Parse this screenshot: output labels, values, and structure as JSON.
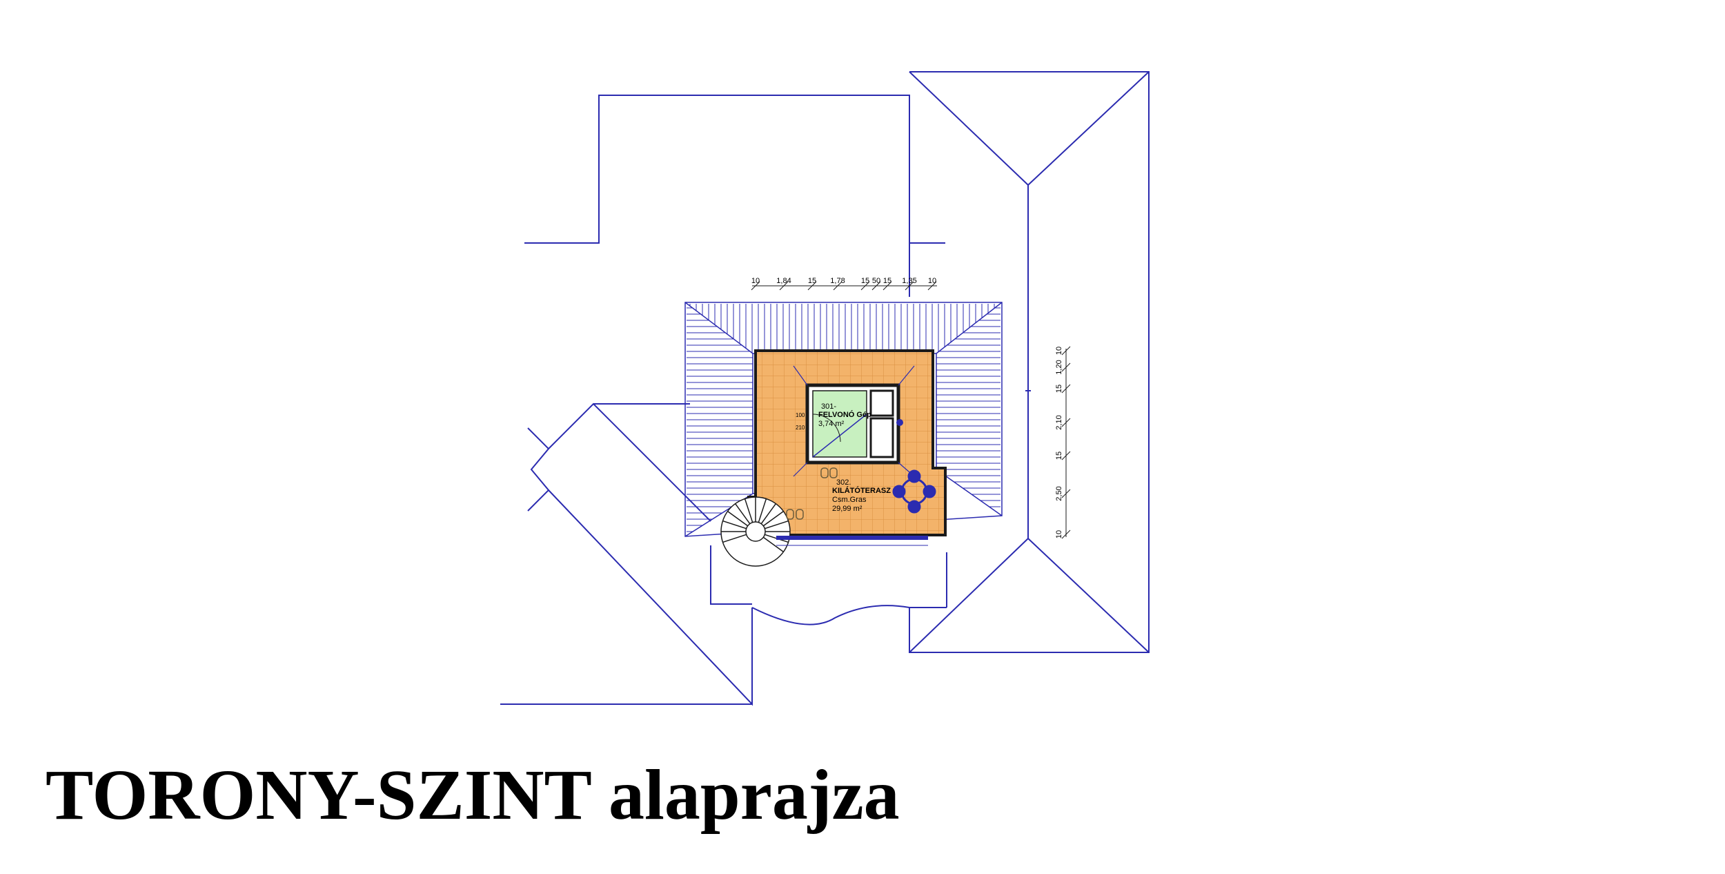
{
  "caption": "TORONY-SZINT alaprajza",
  "colors": {
    "outline": "#2b2bb0",
    "terrace_fill": "#f3b36a",
    "room_fill": "#c8f0c0",
    "wall": "#1a1a1a",
    "caption": "#000000"
  },
  "top_dimensions": [
    "10",
    "1,84",
    "15",
    "1,78",
    "15",
    "50",
    "15",
    "1,35",
    "10"
  ],
  "right_dimensions": [
    "10",
    "1,20",
    "15",
    "2,10",
    "15",
    "2,50",
    "10"
  ],
  "rooms": {
    "r301": {
      "number": "301-",
      "name": "FELVONÓ Gép",
      "area": "3,74 m²"
    },
    "r302": {
      "number": "302.",
      "name": "KILÁTÓTERASZ",
      "floor": "Csm.Gras",
      "area": "29,99 m²"
    }
  },
  "door_labels": [
    "100",
    "210"
  ]
}
